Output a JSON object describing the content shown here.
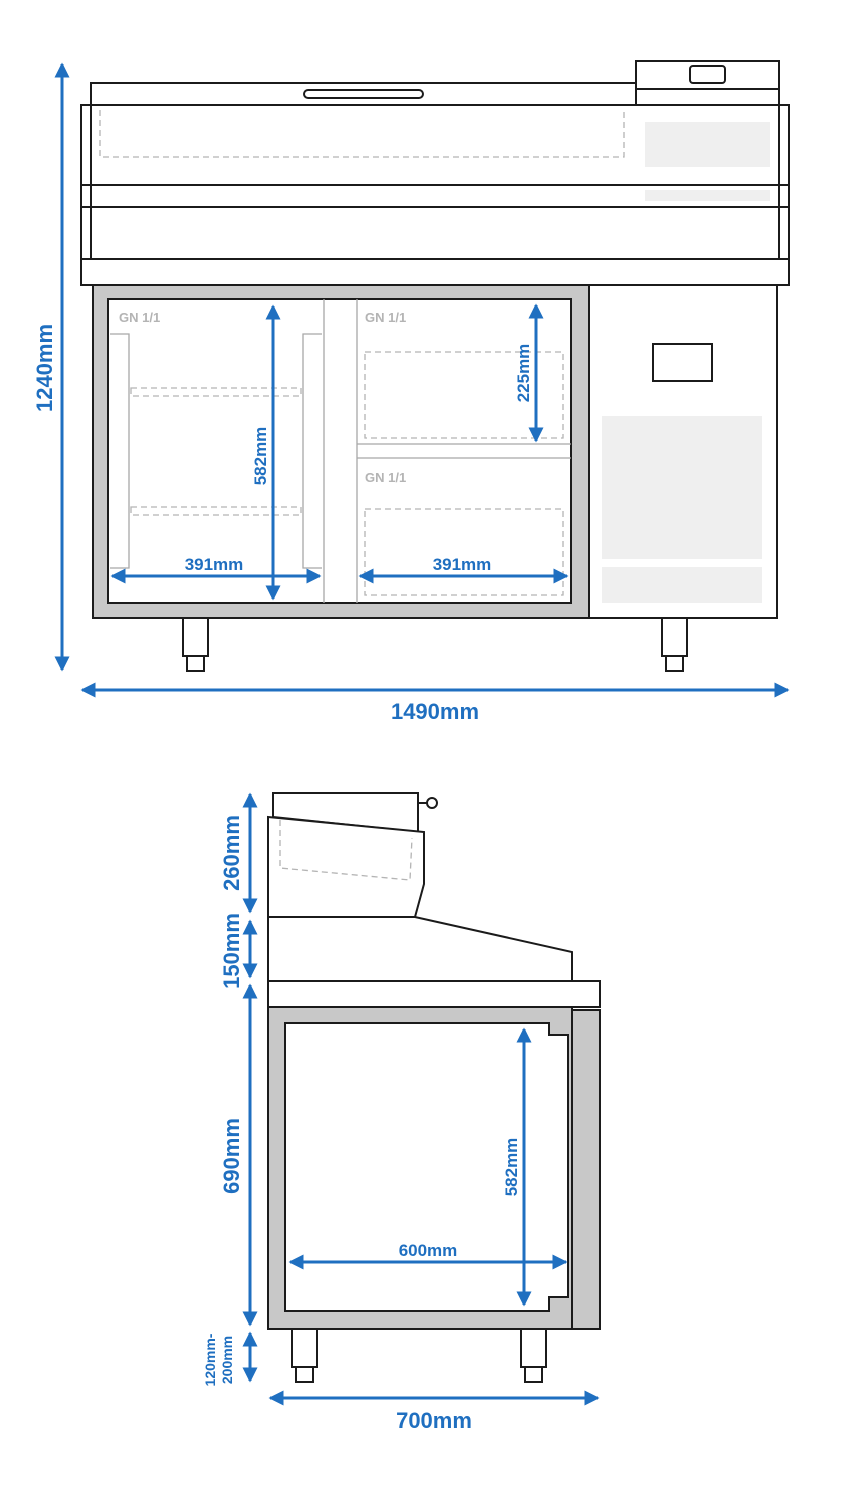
{
  "front_view": {
    "dimensions": {
      "height": "1240mm",
      "width": "1490mm",
      "left_compartment_height": "582mm",
      "left_compartment_width": "391mm",
      "right_compartment_width": "391mm",
      "drawer_height": "225mm"
    },
    "labels": {
      "gn_left": "GN 1/1",
      "gn_top_right": "GN 1/1",
      "gn_bottom_right": "GN 1/1"
    }
  },
  "side_view": {
    "dimensions": {
      "top_section": "260mm",
      "mid_section": "150mm",
      "body_height": "690mm",
      "leg_height_line1": "120mm-",
      "leg_height_line2": "200mm",
      "interior_height": "582mm",
      "interior_width": "600mm",
      "depth": "700mm"
    }
  },
  "colors": {
    "dimension_blue": "#1f6fc0",
    "outline": "#1b1b1b",
    "panel_gray": "#efefef",
    "wall_gray": "#c8c8c8"
  }
}
